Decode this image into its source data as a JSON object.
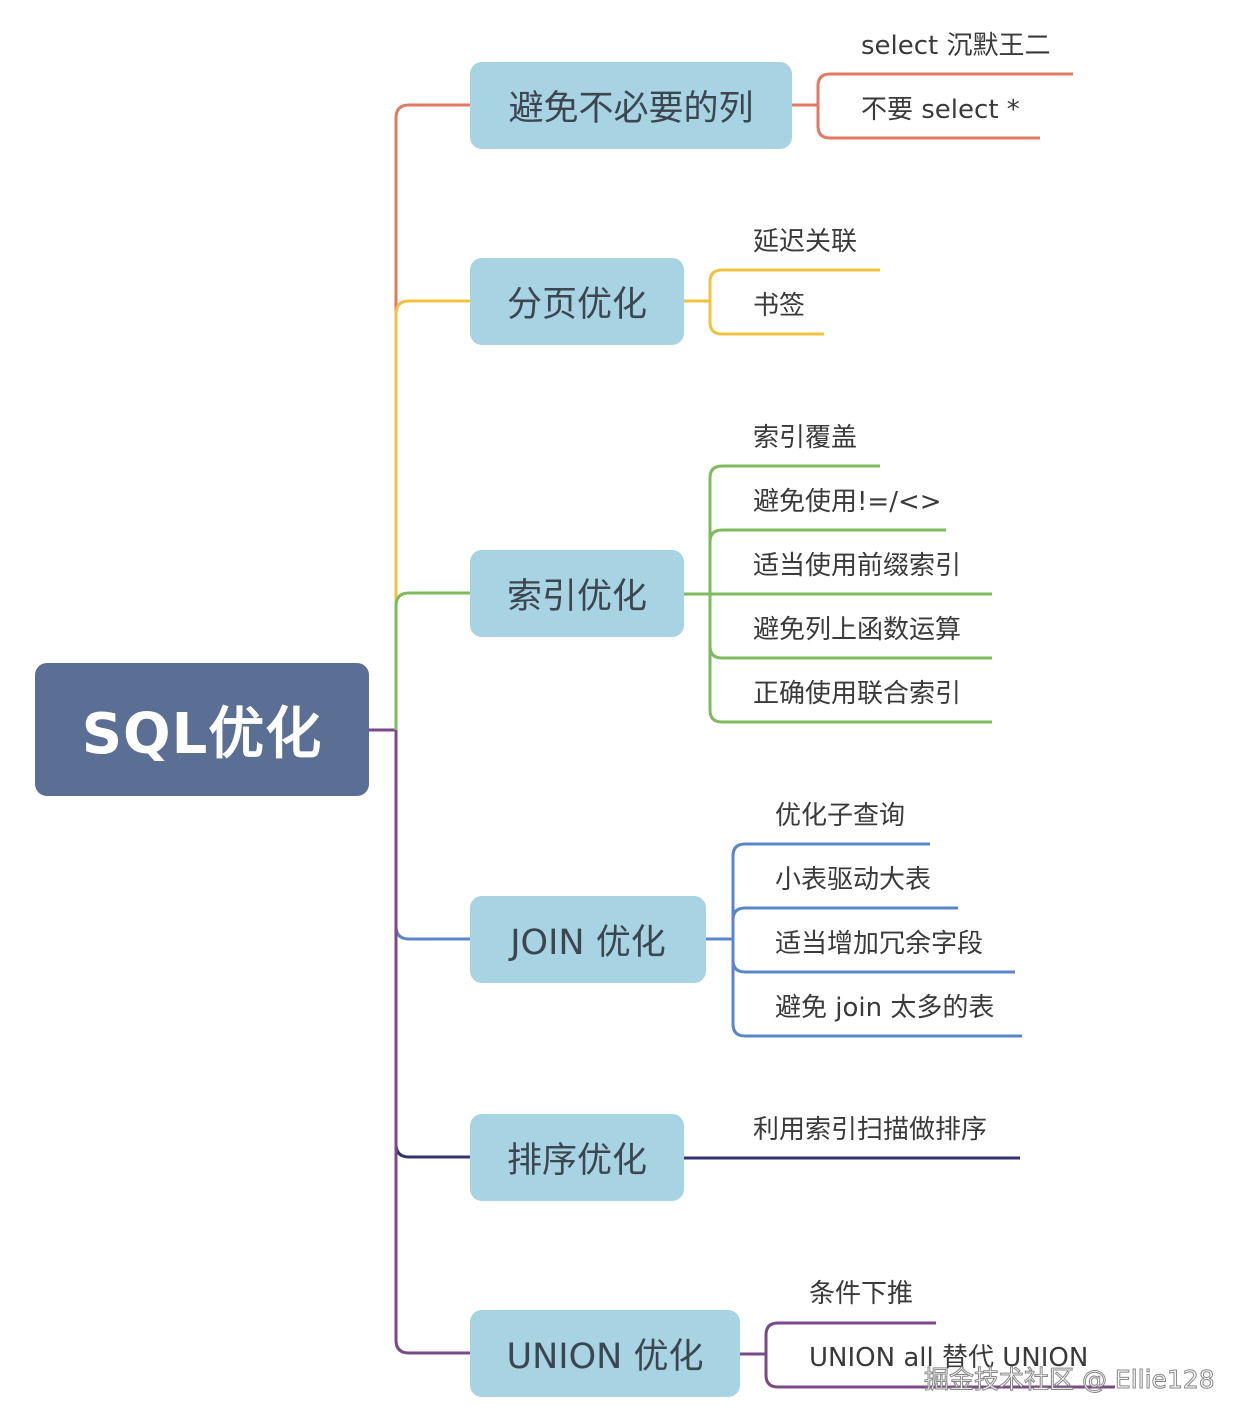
{
  "root": {
    "label": "SQL优化"
  },
  "colors": {
    "root_fill": "#5b6f95",
    "topic_fill": "#a7d3e2",
    "branch_red": "#e07a63",
    "branch_yellow": "#f1c240",
    "branch_green": "#7dbb5c",
    "branch_blue": "#5b85c9",
    "branch_navy": "#33336e",
    "branch_purple": "#7a4a85"
  },
  "topics": [
    {
      "label": "避免不必要的列",
      "color": "#e07a63",
      "children": [
        "select 沉默王二",
        "不要 select *"
      ]
    },
    {
      "label": "分页优化",
      "color": "#f1c240",
      "children": [
        "延迟关联",
        "书签"
      ]
    },
    {
      "label": "索引优化",
      "color": "#7dbb5c",
      "children": [
        "索引覆盖",
        "避免使用!=/<>",
        "适当使用前缀索引",
        "避免列上函数运算",
        "正确使用联合索引"
      ]
    },
    {
      "label": "JOIN 优化",
      "color": "#5b85c9",
      "children": [
        "优化子查询",
        "小表驱动大表",
        "适当增加冗余字段",
        "避免 join 太多的表"
      ]
    },
    {
      "label": "排序优化",
      "color": "#33336e",
      "children": [
        "利用索引扫描做排序"
      ]
    },
    {
      "label": "UNION 优化",
      "color": "#7a4a85",
      "children": [
        "条件下推",
        "UNION all 替代 UNION"
      ]
    }
  ],
  "watermark": "掘金技术社区 @ Ellie128"
}
